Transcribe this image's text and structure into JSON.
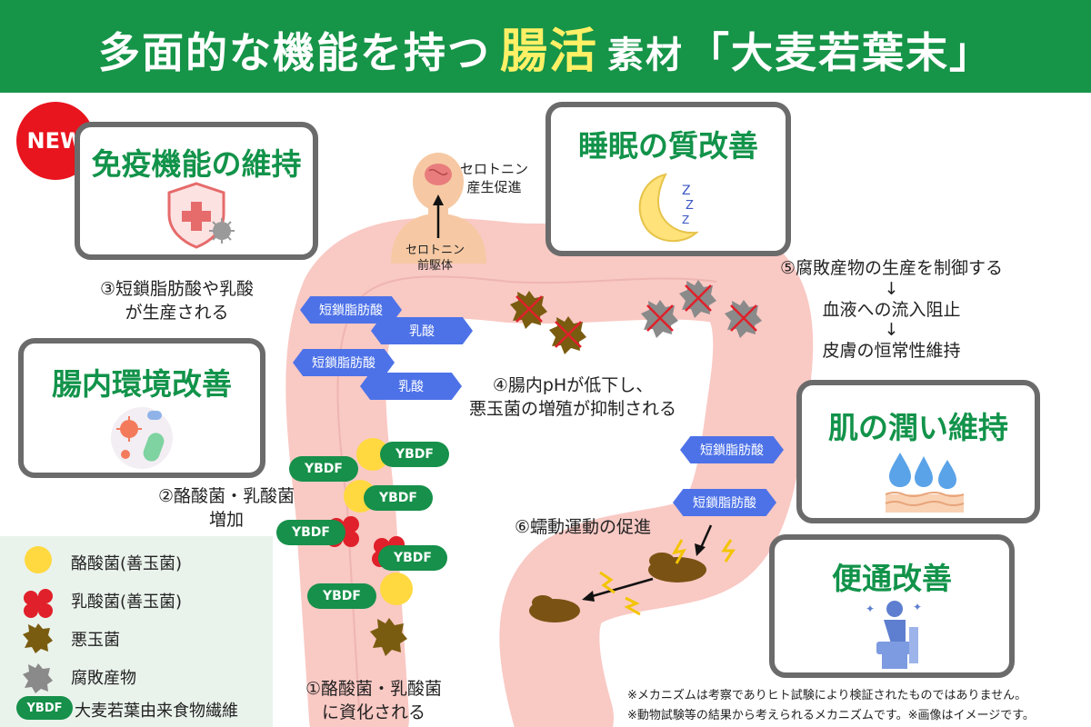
{
  "header": {
    "title_pre": "多面的な機能を持つ",
    "title_highlight": "腸活",
    "title_post_small": "素材",
    "title_post": "「大麦若葉末」"
  },
  "badge": {
    "new": "NEW"
  },
  "boxes": {
    "immune": "免疫機能の維持",
    "sleep": "睡眠の質改善",
    "gut": "腸内環境改善",
    "skin": "肌の潤い維持",
    "bowel": "便通改善"
  },
  "brain": {
    "serotonin_top": "セロトニン",
    "serotonin_bottom": "産生促進",
    "precursor_top": "セロトニン",
    "precursor_bottom": "前駆体"
  },
  "steps": {
    "s1_line1": "①酪酸菌・乳酸菌",
    "s1_line2": "に資化される",
    "s2_line1": "②酪酸菌・乳酸菌",
    "s2_line2": "増加",
    "s3_line1": "③短鎖脂肪酸や乳酸",
    "s3_line2": "が生産される",
    "s4_line1": "④腸内pHが低下し、",
    "s4_line2": "悪玉菌の増殖が抑制される",
    "s5_line1": "⑤腐敗産物の生産を制御する",
    "s5_arrow": "↓",
    "s5_line2": "血液への流入阻止",
    "s5_line3": "皮膚の恒常性維持",
    "s6": "⑥蠕動運動の促進"
  },
  "labels": {
    "scfa": "短鎖脂肪酸",
    "lactic": "乳酸",
    "ybdf": "YBDF"
  },
  "legend": {
    "butyrate": "酪酸菌(善玉菌)",
    "lactobacillus": "乳酸菌(善玉菌)",
    "bad": "悪玉菌",
    "putrefactive": "腐敗産物",
    "fiber": "大麦若葉由来食物繊維"
  },
  "notes": {
    "line1": "※メカニズムは考察でありヒト試験により検証されたものではありません。",
    "line2": "※動物試験等の結果から考えられるメカニズムです。※画像はイメージです。"
  },
  "colors": {
    "header": "#169448",
    "title_green": "#12934a",
    "highlight": "#fff066",
    "intestine": "#f9c9c4",
    "hex_blue": "#4d72e8",
    "ybdf_green": "#16904a",
    "yellow": "#ffd93f",
    "red": "#e0202a",
    "bad": "#7a5c10",
    "putrefactive": "#8a8a8a"
  }
}
